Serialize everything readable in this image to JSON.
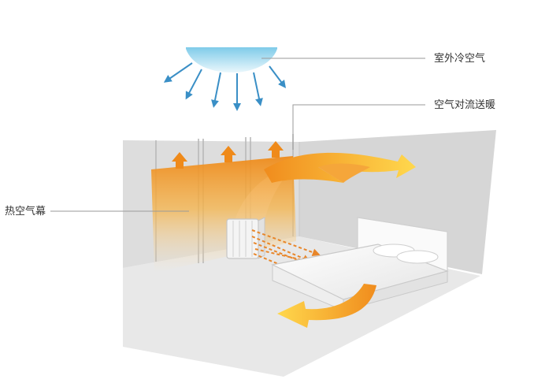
{
  "labels": {
    "outdoor_cold_air": "室外冷空气",
    "convection_heating": "空气对流送暖",
    "hot_air_curtain": "热空气幕"
  },
  "colors": {
    "cold_air": "#9fd8f0",
    "cold_arrow": "#3a8fc6",
    "warm_dark": "#ef8a1a",
    "warm_light": "#ffd84d",
    "wall": "#d9d9d9",
    "floor": "#e7e7e7",
    "leader_line": "#9a9a9a"
  }
}
